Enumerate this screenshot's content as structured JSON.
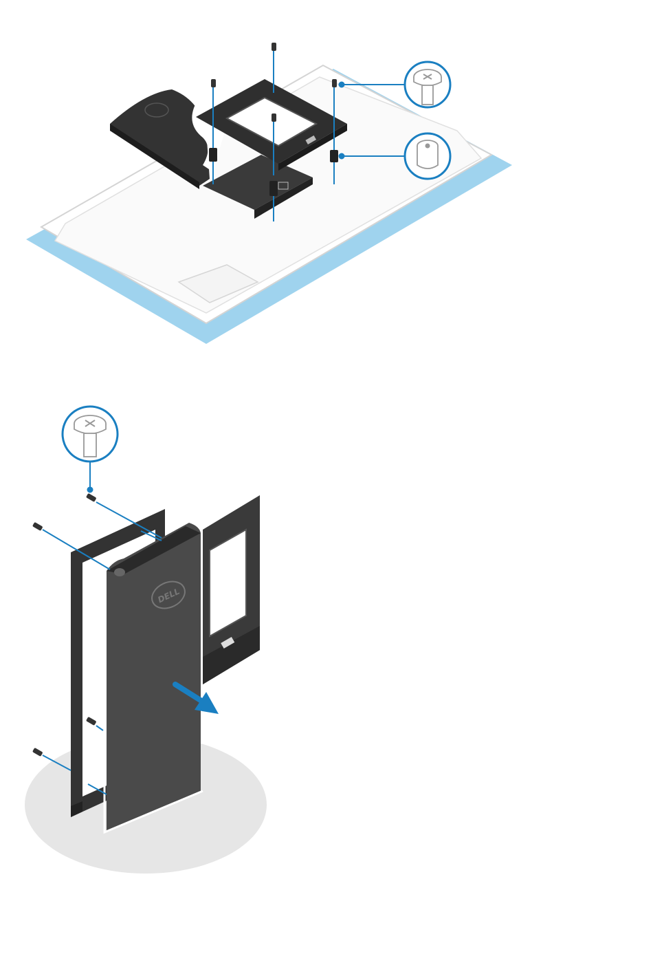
{
  "figures": [
    {
      "id": "top",
      "callouts": [
        {
          "icon": "phillips-screw-icon"
        },
        {
          "icon": "standoff-nut-icon"
        }
      ]
    },
    {
      "id": "bottom",
      "callouts": [
        {
          "icon": "phillips-screw-icon"
        }
      ],
      "direction_arrow": "arrow-right-icon"
    }
  ],
  "brand": {
    "logo_text": "DELL"
  },
  "colors": {
    "accent_blue": "#1a7fc1",
    "screen_glow": "#9fd3ee",
    "part_dark": "#2f2f2f",
    "part_mid": "#4a4a4a",
    "outline_light": "#d9d9d9",
    "floor_gray": "#e6e6e6"
  }
}
